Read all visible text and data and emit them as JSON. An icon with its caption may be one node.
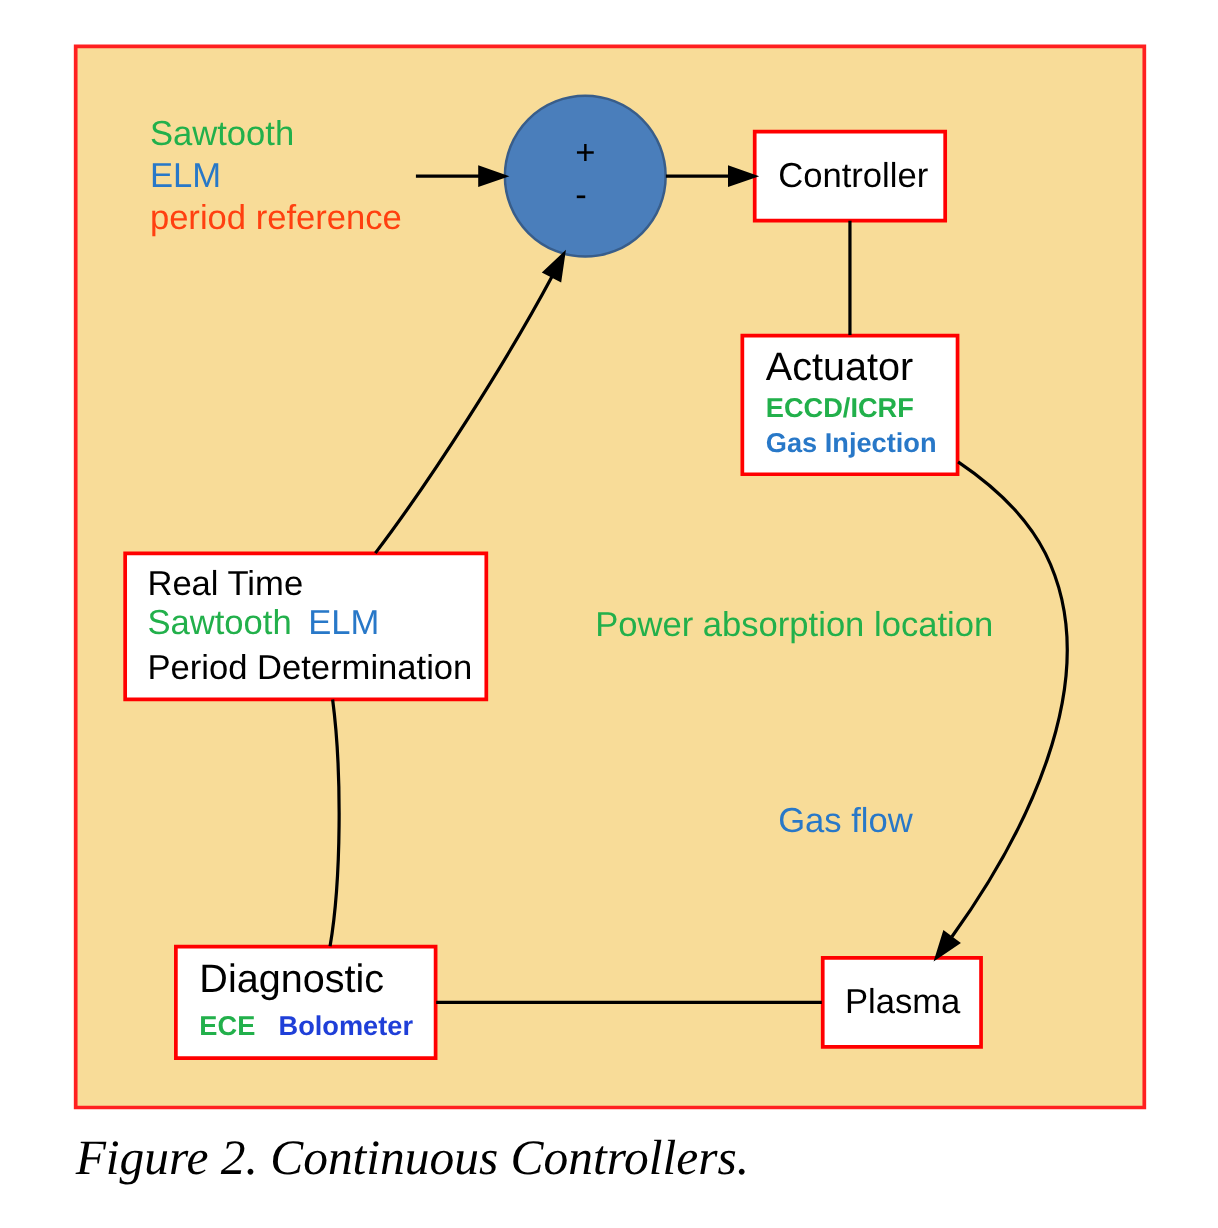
{
  "diagram": {
    "caption": "Figure 2. Continuous Controllers.",
    "nodes": [
      {
        "text": [],
        "shape": "box"
      },
      {
        "text": [
          "Sawtooth",
          "ELM",
          "period reference"
        ],
        "in": 0
      },
      {
        "text": [
          "+",
          "-"
        ],
        "in": 0
      },
      {
        "text": [
          "Controller"
        ],
        "in": 0
      },
      {
        "text": [
          "Actuator",
          "ECCD/ICRF",
          "Gas Injection"
        ],
        "in": 0
      },
      {
        "text": [
          "Plasma"
        ],
        "in": 0
      },
      {
        "text": [
          "Diagnostic",
          "ECE",
          "Bolometer"
        ],
        "in": 0
      },
      {
        "text": [
          "Real Time",
          "Sawtooth",
          "ELM",
          "Period Determination"
        ],
        "in": 0
      }
    ],
    "edges": [
      {
        "from": 1,
        "to": 2,
        "arrow": "to"
      },
      {
        "from": 2,
        "to": 3,
        "arrow": "to"
      },
      {
        "from": 3,
        "to": 4,
        "arrow": "none"
      },
      {
        "from": 4,
        "to": 5,
        "arrow": "to"
      },
      {
        "from": 5,
        "to": 6,
        "arrow": "none"
      },
      {
        "from": 6,
        "to": 7,
        "arrow": "none"
      },
      {
        "from": 7,
        "to": 2,
        "arrow": "to"
      }
    ],
    "labels": [
      "Power absorption location",
      "Gas flow"
    ]
  }
}
